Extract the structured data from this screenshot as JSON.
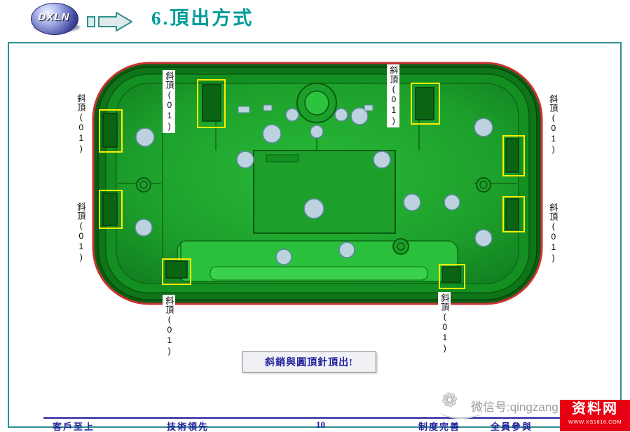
{
  "header": {
    "logo_text": "DXLN",
    "title": "6.頂出方式"
  },
  "diagram": {
    "labels": [
      {
        "text": "斜頂(01)"
      },
      {
        "text": "斜頂(01)"
      },
      {
        "text": "斜頂(01)"
      },
      {
        "text": "斜頂(01)"
      },
      {
        "text": "斜頂(01)"
      },
      {
        "text": "斜頂(01)"
      },
      {
        "text": "斜頂(01)"
      },
      {
        "text": "斜頂(01)"
      }
    ],
    "callout_text": "斜銷與圓頂針頂出!"
  },
  "footer": {
    "items": [
      "客戶至上",
      "技術領先",
      "10",
      "制度完善",
      "全員參與"
    ]
  },
  "watermark": {
    "wechat_text": "微信号:qingzang",
    "brand": "资料网",
    "url": "WWW.XS1616.COM"
  },
  "colors": {
    "accent_teal": "#009b9b",
    "frame_teal": "#2e8f8f",
    "highlight_yellow": "#ffec00",
    "footer_navy": "#1f1f9b",
    "brand_red": "#e60012",
    "part_green": "#1da02b",
    "part_outline_red": "#c93333",
    "boss_blue": "#bcd2df"
  }
}
